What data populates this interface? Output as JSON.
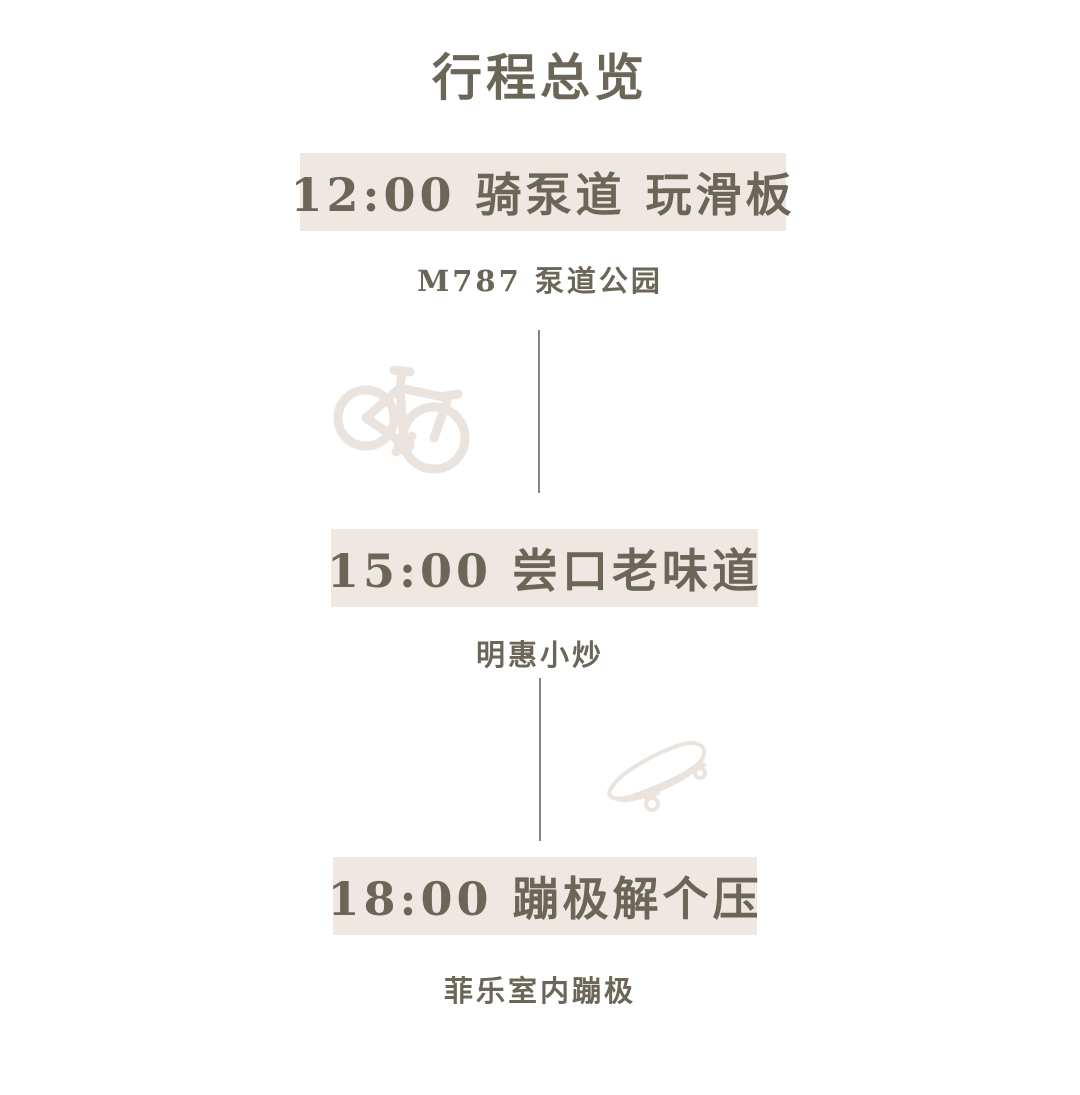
{
  "page": {
    "title": "行程总览"
  },
  "itinerary": [
    {
      "time_activity": "12:00 骑泵道 玩滑板",
      "place": "M787 泵道公园"
    },
    {
      "time_activity": "15:00 尝口老味道",
      "place": "明惠小炒"
    },
    {
      "time_activity": "18:00 蹦极解个压",
      "place": "菲乐室内蹦极"
    }
  ],
  "decorations": {
    "icon_1": "bicycle-icon",
    "icon_2": "skateboard-icon"
  },
  "colors": {
    "text": "#6c6659",
    "box_background": "#efe7e2",
    "line": "#8a8478",
    "icon_stroke": "#ebe3dd"
  }
}
